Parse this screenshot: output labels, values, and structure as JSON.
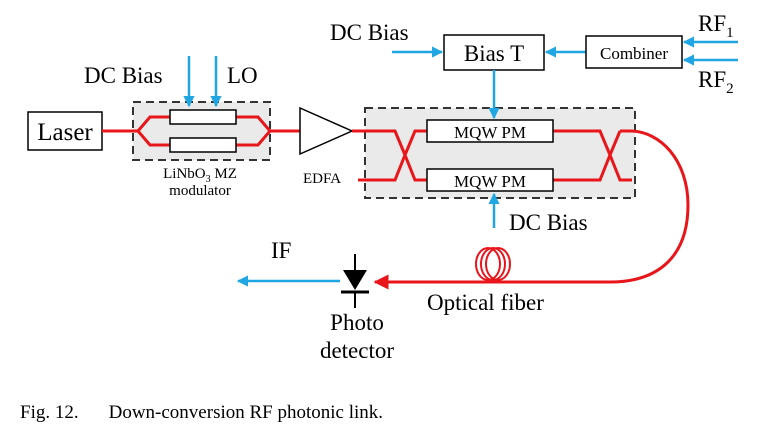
{
  "labels": {
    "laser": "Laser",
    "dc_bias_top": "DC Bias",
    "lo": "LO",
    "mz_line1": "LiNbO",
    "mz_sub": "3",
    "mz_line1b": " MZ",
    "mz_line2": "modulator",
    "edfa": "EDFA",
    "dc_bias_bias_t": "DC Bias",
    "bias_t": "Bias T",
    "combiner": "Combiner",
    "rf1": "RF",
    "rf1_sub": "1",
    "rf2": "RF",
    "rf2_sub": "2",
    "pm_top": "MQW PM",
    "pm_bottom": "MQW PM",
    "dc_bias_bottom": "DC Bias",
    "if": "IF",
    "optical_fiber": "Optical fiber",
    "photo": "Photo",
    "detector": "detector"
  },
  "caption": {
    "number": "Fig. 12.",
    "text": "Down-conversion RF photonic link."
  },
  "colors": {
    "fiber": "#e8161b",
    "signal_arrow": "#1fa6e3",
    "dashed_box_fill": "#eaeaea",
    "outline": "#000000"
  }
}
